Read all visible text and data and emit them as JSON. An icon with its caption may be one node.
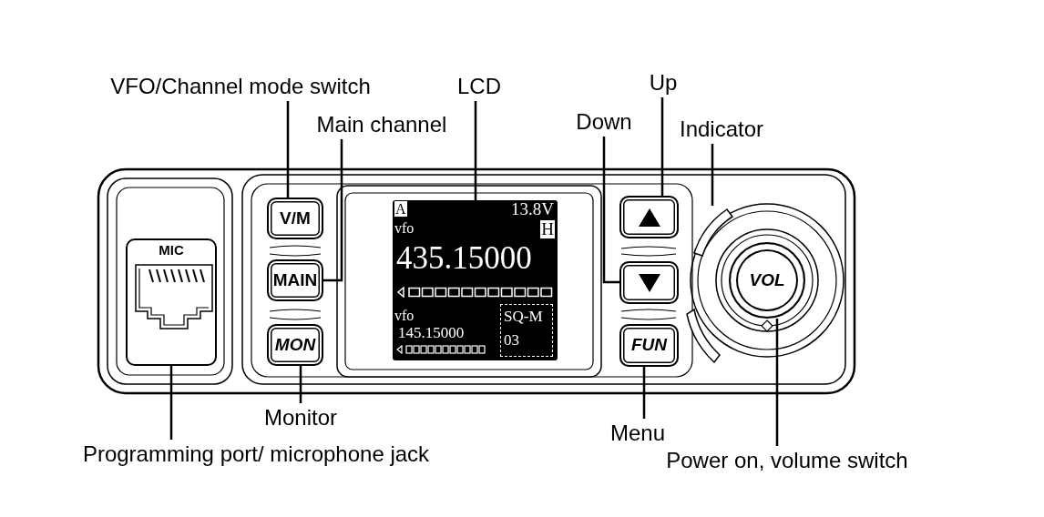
{
  "diagram": {
    "nodes": [
      {
        "text": [
          "VFO/Channel mode switch"
        ]
      },
      {
        "text": [
          "LCD"
        ]
      },
      {
        "text": [
          "Up"
        ]
      },
      {
        "text": [
          "Main channel"
        ]
      },
      {
        "text": [
          "Down"
        ]
      },
      {
        "text": [
          "Indicator"
        ]
      },
      {
        "text": [
          "V/M"
        ]
      },
      {
        "text": [
          "A",
          "13.8V",
          "vfo",
          "H",
          "435.15000",
          "vfo",
          "145.15000"
        ]
      },
      {
        "text": [
          "SQ-M",
          "03"
        ],
        "in": 7
      },
      {
        "text": [],
        "shape": "box"
      },
      {
        "text": [],
        "shape": "bar"
      },
      {
        "text": [
          "MIC"
        ]
      },
      {
        "text": [],
        "shape": "box",
        "in": 11
      },
      {
        "text": [
          "MAIN"
        ]
      },
      {
        "text": [],
        "shape": "box"
      },
      {
        "text": [
          "VOL"
        ]
      },
      {
        "text": [
          "MON"
        ]
      },
      {
        "text": [
          "FUN"
        ]
      },
      {
        "text": [
          "Monitor"
        ]
      },
      {
        "text": [
          "Menu"
        ]
      },
      {
        "text": [
          "Programming port/ microphone jack"
        ]
      },
      {
        "text": [
          "Power on, volume switch"
        ]
      }
    ],
    "edges": [
      {
        "from": 0,
        "to": 6,
        "arrow": "none"
      },
      {
        "from": 1,
        "to": 7,
        "arrow": "none"
      },
      {
        "from": 2,
        "to": 9,
        "arrow": "none"
      },
      {
        "from": 3,
        "to": 13,
        "arrow": "none"
      },
      {
        "from": 4,
        "to": 14,
        "arrow": "none"
      },
      {
        "from": 5,
        "to": 10,
        "arrow": "none"
      },
      {
        "from": 18,
        "to": 16,
        "arrow": "none"
      },
      {
        "from": 19,
        "to": 17,
        "arrow": "none"
      },
      {
        "from": 20,
        "to": 12,
        "arrow": "none"
      },
      {
        "from": 21,
        "to": 15,
        "arrow": "none"
      }
    ]
  }
}
